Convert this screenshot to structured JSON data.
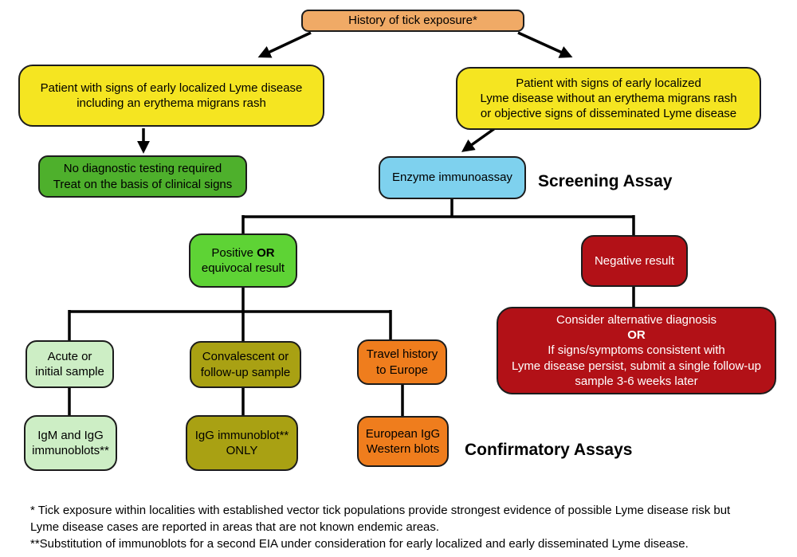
{
  "palette": {
    "tan": "#F0AA66",
    "yellow": "#F5E521",
    "green": "#4EB02C",
    "blue": "#7ED1EE",
    "bright_green": "#5ED335",
    "dark_red": "#B21117",
    "pale_green": "#CDEEC5",
    "olive": "#A9A113",
    "orange": "#EF7D1D",
    "line": "#000000"
  },
  "nodes": {
    "history": {
      "lines": [
        "History of tick exposure*"
      ]
    },
    "emr_present": {
      "lines": [
        "Patient with signs of early localized Lyme disease",
        "including an erythema migrans rash"
      ]
    },
    "emr_absent": {
      "lines": [
        "Patient with signs of early localized",
        "Lyme disease without an erythema migrans rash",
        "or objective signs of disseminated Lyme disease"
      ]
    },
    "no_testing": {
      "lines": [
        "No diagnostic testing required",
        "Treat on the basis of clinical signs"
      ]
    },
    "eia": {
      "lines": [
        "Enzyme immunoassay"
      ]
    },
    "positive": {
      "pre": "Positive ",
      "bold": "OR",
      "line2": "equivocal result"
    },
    "negative": {
      "lines": [
        "Negative result"
      ]
    },
    "alt_diagnosis": {
      "lines": [
        "Consider alternative diagnosis",
        "OR",
        "If signs/symptoms consistent with",
        "Lyme disease persist, submit a single follow-up",
        "sample 3-6 weeks later"
      ]
    },
    "acute": {
      "lines": [
        "Acute or",
        "initial sample"
      ]
    },
    "convalescent": {
      "lines": [
        "Convalescent or",
        "follow-up sample"
      ]
    },
    "travel": {
      "lines": [
        "Travel history",
        "to Europe"
      ]
    },
    "igm_igg": {
      "lines": [
        "IgM and IgG",
        "immunoblots**"
      ]
    },
    "igg_only": {
      "lines": [
        "IgG immunoblot**",
        "ONLY"
      ]
    },
    "european": {
      "lines": [
        "European IgG",
        "Western blots"
      ]
    }
  },
  "section_labels": {
    "screening": "Screening Assay",
    "confirmatory": "Confirmatory Assays"
  },
  "footnotes": [
    "* Tick exposure within localities with established vector tick populations provide strongest evidence of possible Lyme disease risk but",
    "Lyme disease cases are reported in areas that are not known endemic areas.",
    "**Substitution of immunoblots for a second EIA under consideration for early localized and early disseminated Lyme disease."
  ]
}
